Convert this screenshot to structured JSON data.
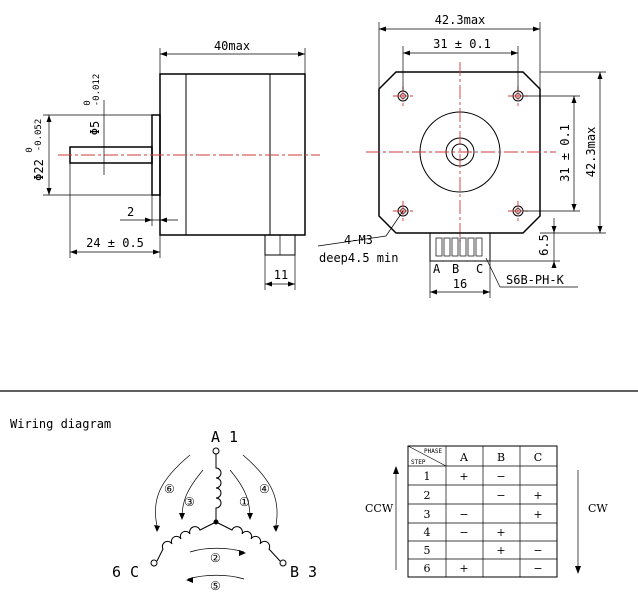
{
  "side_view": {
    "length_label": "40max",
    "shaft_dia_label": "Φ5",
    "shaft_tol_upper": "0",
    "shaft_tol_lower": "-0.012",
    "boss_dia_label": "Φ22",
    "boss_tol_upper": "0",
    "boss_tol_lower": "-0.052",
    "boss_height_label": "2",
    "shaft_length_label": "24 ± 0.5",
    "connector_width_label": "11"
  },
  "front_view": {
    "width_label": "42.3max",
    "hole_spacing_h_label": "31 ± 0.1",
    "hole_spacing_v_label": "31 ± 0.1",
    "height_label": "42.3max",
    "hole_label": "4-M3",
    "hole_depth_label": "deep4.5 min",
    "connector_offset_label": "6.5",
    "pin_labels": [
      "A",
      "B",
      "C"
    ],
    "connector_width_label": "16",
    "connector_part_label": "S6B-PH-K"
  },
  "wiring": {
    "title": "Wiring diagram",
    "terminal_top": "A 1",
    "terminal_left": "6 C",
    "terminal_right": "B 3",
    "sequence_marks": [
      "①",
      "②",
      "③",
      "④",
      "⑤",
      "⑥"
    ]
  },
  "phase_table": {
    "corner_top": "PHASE",
    "corner_bottom": "STEP",
    "columns": [
      "A",
      "B",
      "C"
    ],
    "rows": [
      {
        "step": "1",
        "a": "+",
        "b": "−",
        "c": ""
      },
      {
        "step": "2",
        "a": "",
        "b": "−",
        "c": "+"
      },
      {
        "step": "3",
        "a": "−",
        "b": "",
        "c": "+"
      },
      {
        "step": "4",
        "a": "−",
        "b": "+",
        "c": ""
      },
      {
        "step": "5",
        "a": "",
        "b": "+",
        "c": "−"
      },
      {
        "step": "6",
        "a": "+",
        "b": "",
        "c": "−"
      }
    ],
    "ccw_label": "CCW",
    "cw_label": "CW"
  }
}
